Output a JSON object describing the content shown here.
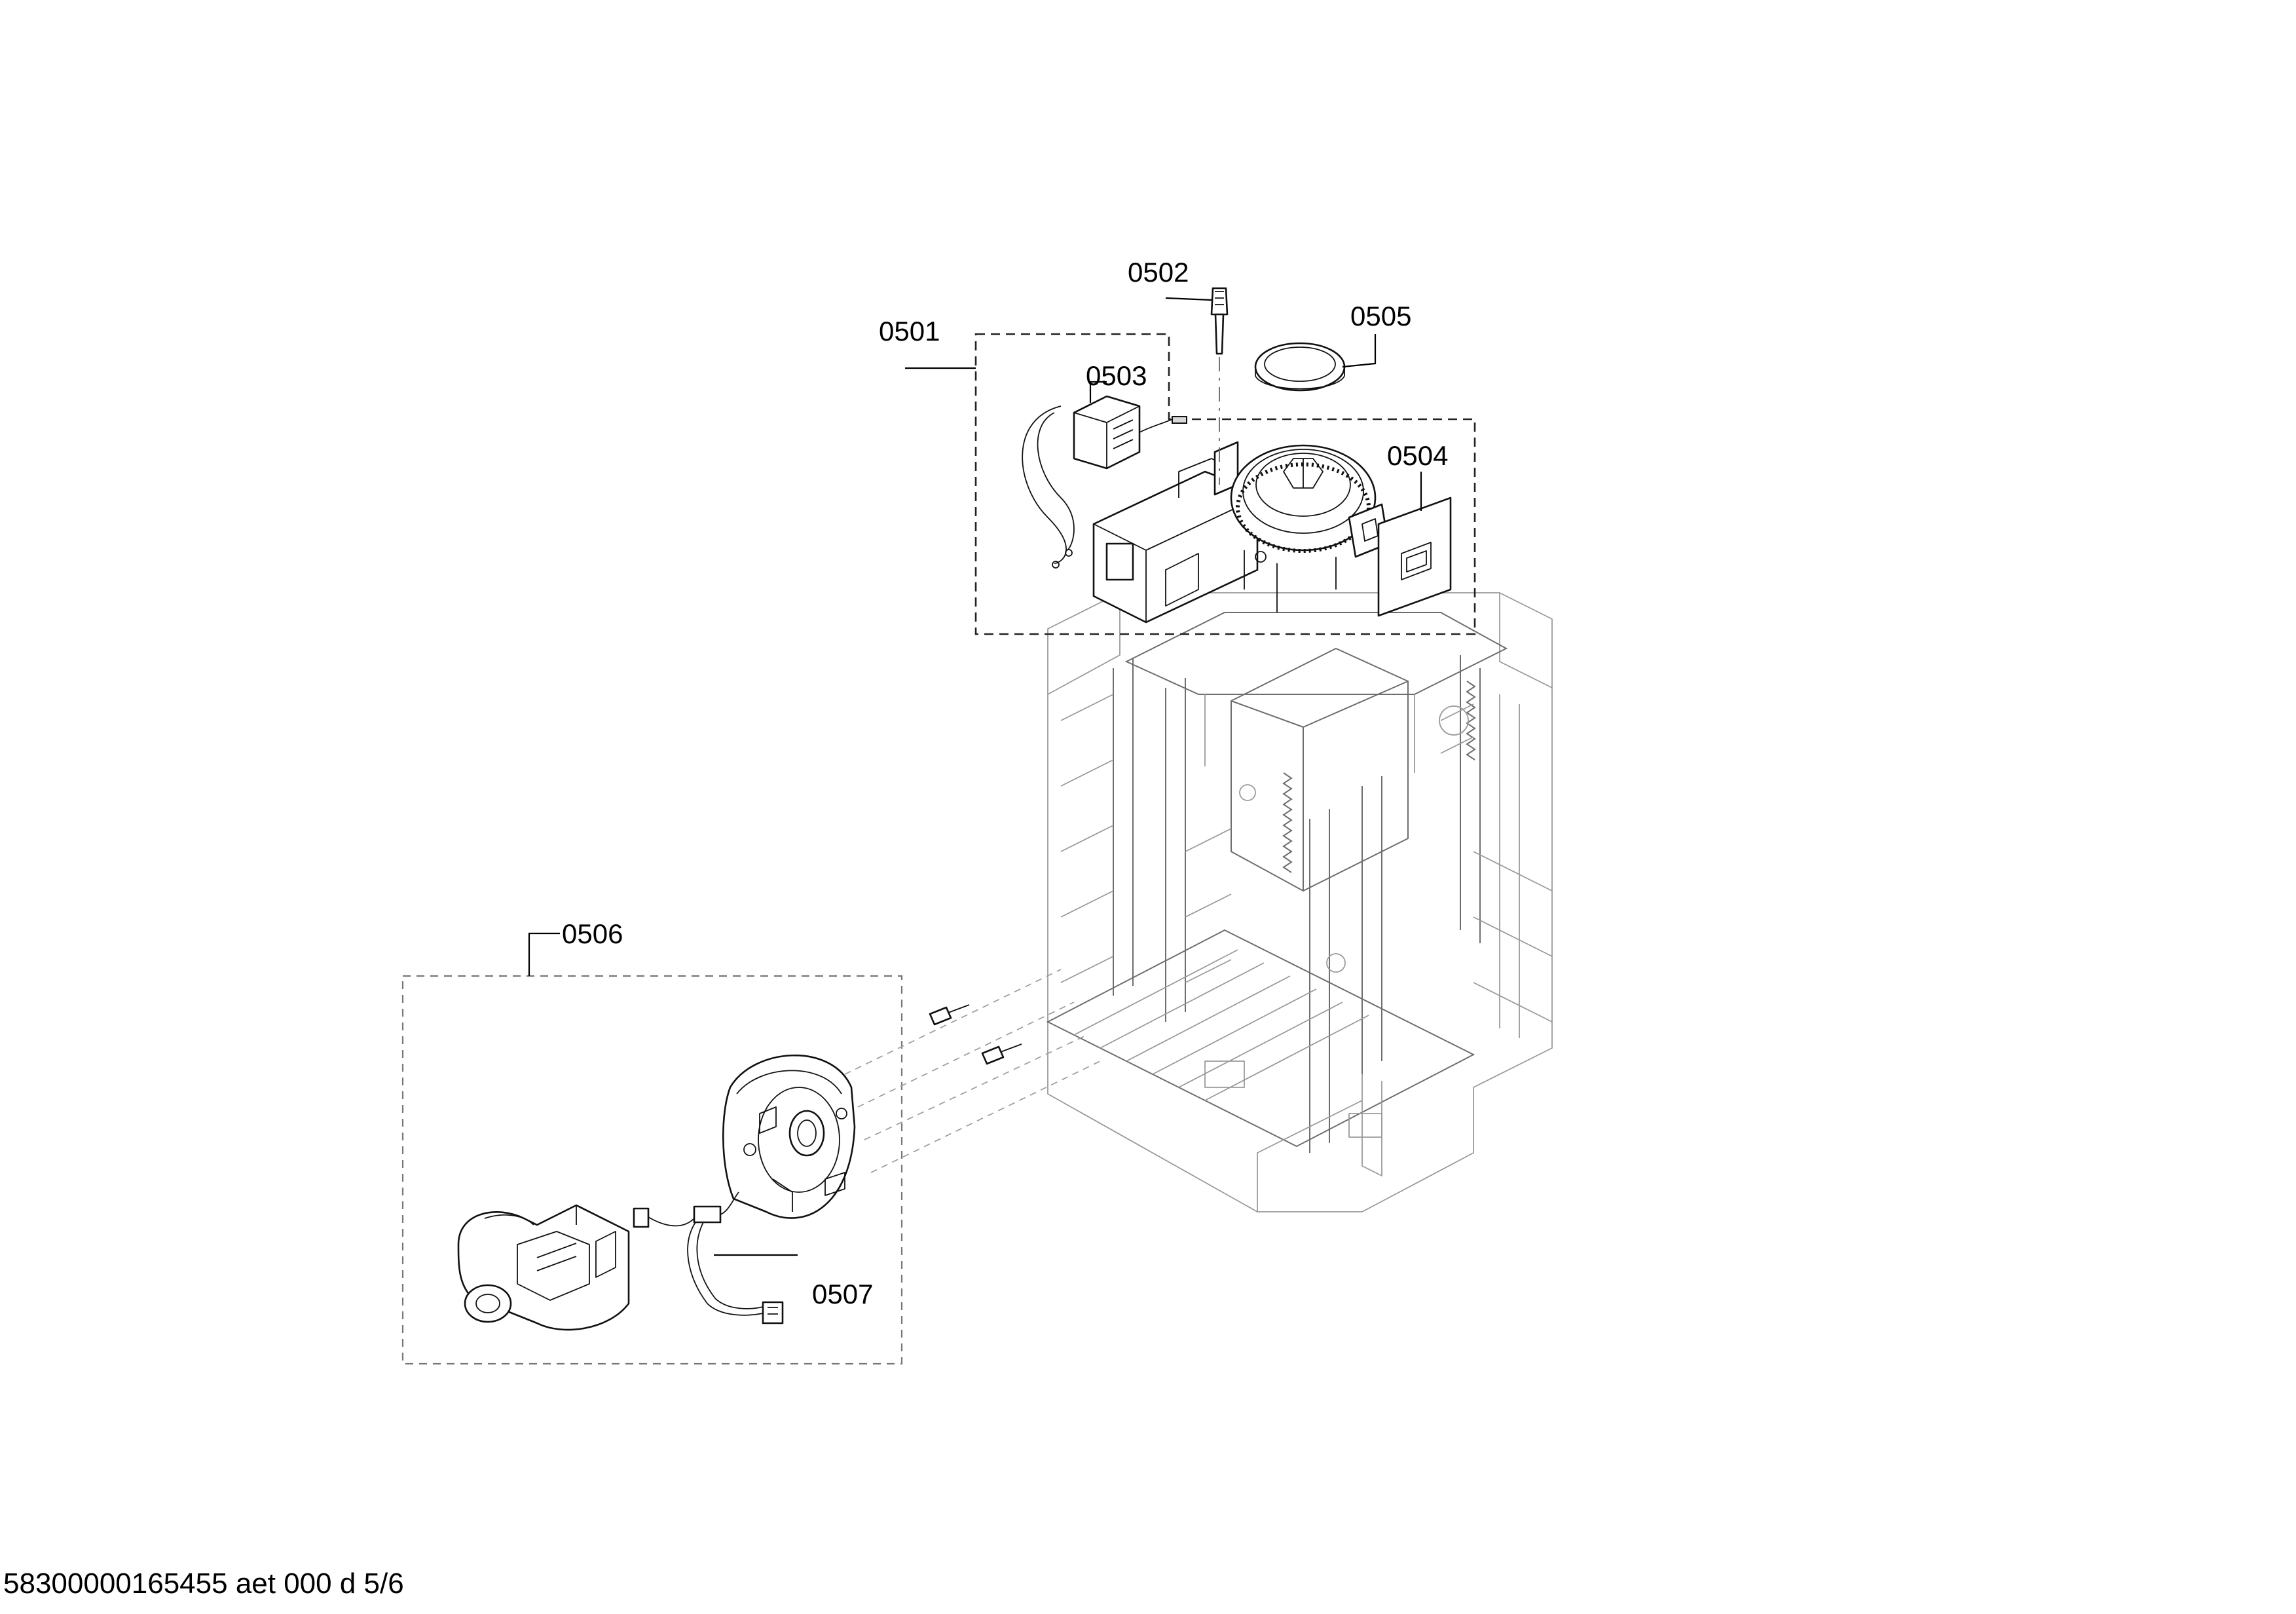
{
  "callouts": {
    "c0501": "0501",
    "c0502": "0502",
    "c0503": "0503",
    "c0504": "0504",
    "c0505": "0505",
    "c0506": "0506",
    "c0507": "0507"
  },
  "footer": {
    "doc_code": "58300000165455 aet 000 d 5/6"
  },
  "colors": {
    "line": "#000000",
    "ghost_line": "#9a9a9a",
    "background": "#ffffff"
  }
}
